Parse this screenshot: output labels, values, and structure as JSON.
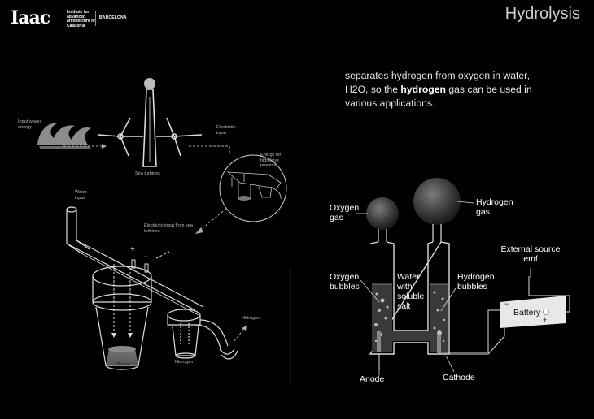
{
  "header": {
    "logo_mark": "Iaac",
    "logo_institute": "Institute for advanced architecture of Catalonia",
    "logo_city": "BARCELONA",
    "title": "Hydrolysis"
  },
  "description": {
    "text_before": "separates hydrogen from oxygen in water, H2O, so the ",
    "bold": "hydrogen",
    "text_after": " gas can be used in various applications."
  },
  "left_diagram": {
    "input_waves": "Input waves energy",
    "sea_turbines": "Sea turbines",
    "electricity_input": "Electricity input",
    "energy_for_process": "Energy for hidrolisys process",
    "water_input": "Water input",
    "electricity_from_turbines": "Electricity input from sea turbines",
    "plus": "+",
    "minus": "−",
    "water": "Water",
    "hydrogen_container": "Hidrogen",
    "hydrogen_out": "Hidrogen"
  },
  "right_diagram": {
    "oxygen_gas": "Oxygen gas",
    "hydrogen_gas": "Hydrogen gas",
    "external_source": "External source emf",
    "oxygen_bubbles": "Oxygen bubbles",
    "water_salt": "Water with soluble salt",
    "hydrogen_bubbles": "Hydrogen bubbles",
    "battery": "Battery",
    "battery_minus": "−",
    "battery_plus": "+",
    "anode": "Anode",
    "cathode": "Cathode"
  }
}
